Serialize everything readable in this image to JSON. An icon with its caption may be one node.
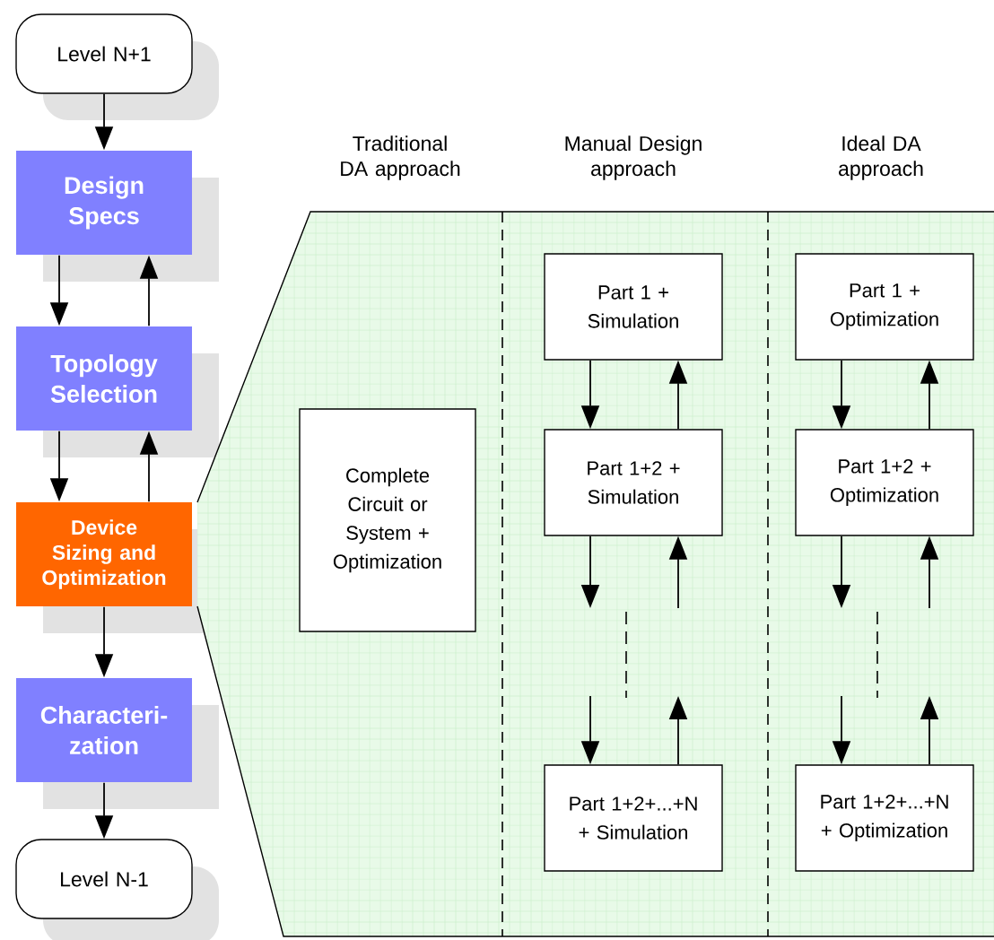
{
  "diagram": {
    "nodes": [
      {
        "text": [
          "Level N+1"
        ]
      },
      {
        "text": [
          "Design Specs"
        ]
      },
      {
        "text": [
          "Topology Selection"
        ]
      },
      {
        "text": [
          "Device Sizing and Optimization"
        ]
      },
      {
        "text": [
          "Characteri-zation"
        ]
      },
      {
        "text": [
          "Level N-1"
        ]
      },
      {
        "text": [],
        "shape": "box"
      },
      {
        "text": [
          "Complete Circuit or System + Optimization"
        ],
        "in": 6
      },
      {
        "text": [
          "Part 1 + Simulation"
        ],
        "in": 6
      },
      {
        "text": [
          "Part 1+2 + Simulation"
        ],
        "in": 6
      },
      {
        "text": [
          "Part 1+2+...+N + Simulation"
        ],
        "in": 6
      },
      {
        "text": [
          "Part 1 + Optimization"
        ],
        "in": 6
      },
      {
        "text": [
          "Part 1+2 + Optimization"
        ],
        "in": 6
      },
      {
        "text": [
          "Part 1+2+...+N + Optimization"
        ],
        "in": 6
      }
    ],
    "edges": [
      {
        "from": 0,
        "to": 1,
        "arrow": "to"
      },
      {
        "from": 1,
        "to": 2,
        "arrow": "to"
      },
      {
        "from": 2,
        "to": 1,
        "arrow": "to"
      },
      {
        "from": 2,
        "to": 3,
        "arrow": "to"
      },
      {
        "from": 3,
        "to": 2,
        "arrow": "to"
      },
      {
        "from": 3,
        "to": 4,
        "arrow": "to"
      },
      {
        "from": 4,
        "to": 5,
        "arrow": "to"
      },
      {
        "from": 8,
        "to": 9,
        "arrow": "to"
      },
      {
        "from": 9,
        "to": 8,
        "arrow": "to"
      },
      {
        "from": 9,
        "to": null,
        "arrow": "to"
      },
      {
        "from": null,
        "to": 9,
        "arrow": "to"
      },
      {
        "from": null,
        "to": 10,
        "arrow": "to"
      },
      {
        "from": 10,
        "to": null,
        "arrow": "to"
      },
      {
        "from": 11,
        "to": 12,
        "arrow": "to"
      },
      {
        "from": 12,
        "to": 11,
        "arrow": "to"
      },
      {
        "from": 12,
        "to": null,
        "arrow": "to"
      },
      {
        "from": null,
        "to": 12,
        "arrow": "to"
      },
      {
        "from": null,
        "to": 13,
        "arrow": "to"
      },
      {
        "from": 13,
        "to": null,
        "arrow": "to"
      }
    ],
    "labels": [
      "Traditional DA approach",
      "Manual Design approach",
      "Ideal DA approach"
    ]
  }
}
